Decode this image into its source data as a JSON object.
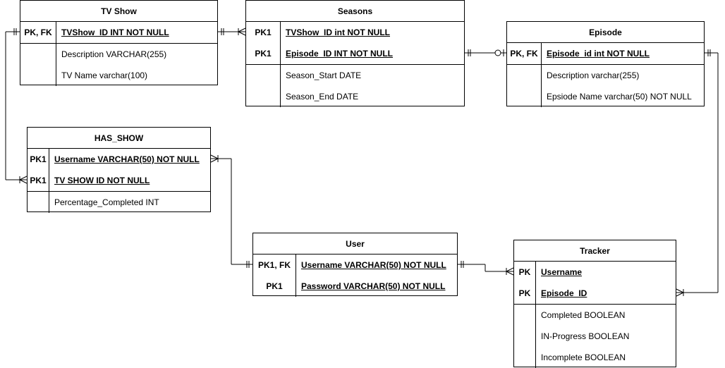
{
  "entities": {
    "tv_show": {
      "title": "TV Show",
      "keys": [
        {
          "key": "PK, FK",
          "field": "TVShow_ID INT NOT NULL"
        }
      ],
      "attributes": [
        "Description VARCHAR(255)",
        "TV Name varchar(100)"
      ]
    },
    "seasons": {
      "title": "Seasons",
      "keys": [
        {
          "key": "PK1",
          "field": "TVShow_ID int NOT NULL"
        },
        {
          "key": "PK1",
          "field": "Episode_ID INT NOT NULL"
        }
      ],
      "attributes": [
        "Season_Start DATE",
        "Season_End DATE"
      ]
    },
    "episode": {
      "title": "Episode",
      "keys": [
        {
          "key": "PK, FK",
          "field": "Episode_id int NOT NULL"
        }
      ],
      "attributes": [
        "Description varchar(255)",
        "Epsiode Name varchar(50) NOT NULL"
      ]
    },
    "has_show": {
      "title": "HAS_SHOW",
      "keys": [
        {
          "key": "PK1",
          "field": "Username VARCHAR(50) NOT NULL"
        },
        {
          "key": "PK1",
          "field": "TV SHOW ID NOT NULL"
        }
      ],
      "attributes": [
        "Percentage_Completed INT"
      ]
    },
    "user": {
      "title": "User",
      "keys": [
        {
          "key": "PK1, FK",
          "field": "Username VARCHAR(50) NOT NULL"
        },
        {
          "key": "PK1",
          "field": "Password VARCHAR(50) NOT NULL"
        }
      ],
      "attributes": []
    },
    "tracker": {
      "title": "Tracker",
      "keys": [
        {
          "key": "PK",
          "field": "Username"
        },
        {
          "key": "PK",
          "field": "Episode_ID"
        }
      ],
      "attributes": [
        "Completed BOOLEAN",
        "IN-Progress BOOLEAN",
        "Incomplete BOOLEAN"
      ]
    }
  },
  "relationships": [
    {
      "from": "TV Show",
      "to": "Seasons",
      "from_end": "one-and-only-one",
      "to_end": "one-or-many"
    },
    {
      "from": "Seasons",
      "to": "Episode",
      "from_end": "one-and-only-one",
      "to_end": "zero-or-one"
    },
    {
      "from": "TV Show",
      "to": "HAS_SHOW",
      "from_end": "one-and-only-one",
      "to_end": "one-or-many"
    },
    {
      "from": "HAS_SHOW",
      "to": "User",
      "from_end": "one-or-many",
      "to_end": "one-and-only-one"
    },
    {
      "from": "User",
      "to": "Tracker",
      "from_end": "one-and-only-one",
      "to_end": "one-or-many"
    },
    {
      "from": "Episode",
      "to": "Tracker",
      "from_end": "one-and-only-one",
      "to_end": "one-or-many"
    }
  ],
  "colors": {
    "line": "#000000",
    "background": "#ffffff"
  }
}
